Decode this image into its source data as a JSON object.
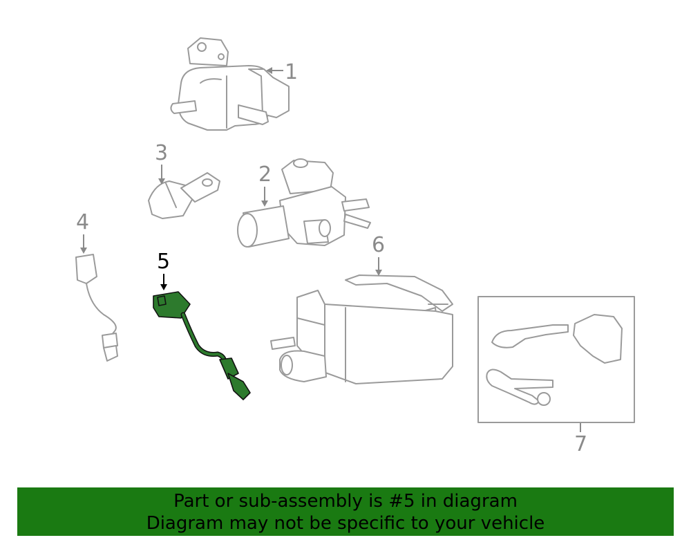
{
  "diagram": {
    "callouts": [
      "1",
      "2",
      "3",
      "4",
      "5",
      "6",
      "7"
    ],
    "highlighted_part": "5",
    "highlight_color": "#2d7a2d",
    "line_color": "#9a9a9a"
  },
  "banner": {
    "line1": "Part or sub-assembly is #5 in diagram",
    "line2": "Diagram may not be specific to your vehicle",
    "background": "#1a7a12"
  }
}
